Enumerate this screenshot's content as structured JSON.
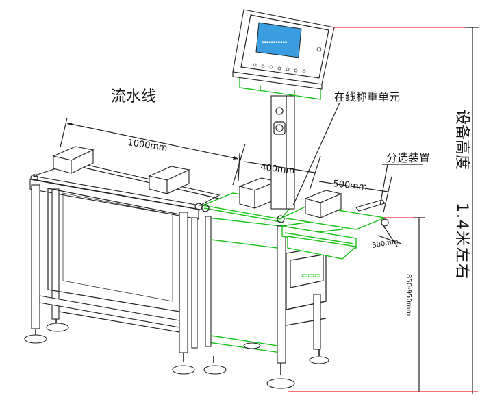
{
  "labels": {
    "assembly_line": "流水线",
    "online_weighing_unit": "在线称重单元",
    "sorting_device": "分选装置",
    "equipment_height_line1": "设备高度",
    "equipment_height_line2": "1.4米左右",
    "dim_1000": "1000mm",
    "dim_400": "400mm",
    "dim_500": "500mm",
    "dim_300": "300mm",
    "dim_850_950": "850-950mm"
  },
  "colors": {
    "outline": "#222222",
    "weighing_unit_highlight": "#19c219",
    "dimension_line": "#e8242a",
    "screen_fill": "#3a9de0",
    "screen_text": "#e8f0ff"
  }
}
